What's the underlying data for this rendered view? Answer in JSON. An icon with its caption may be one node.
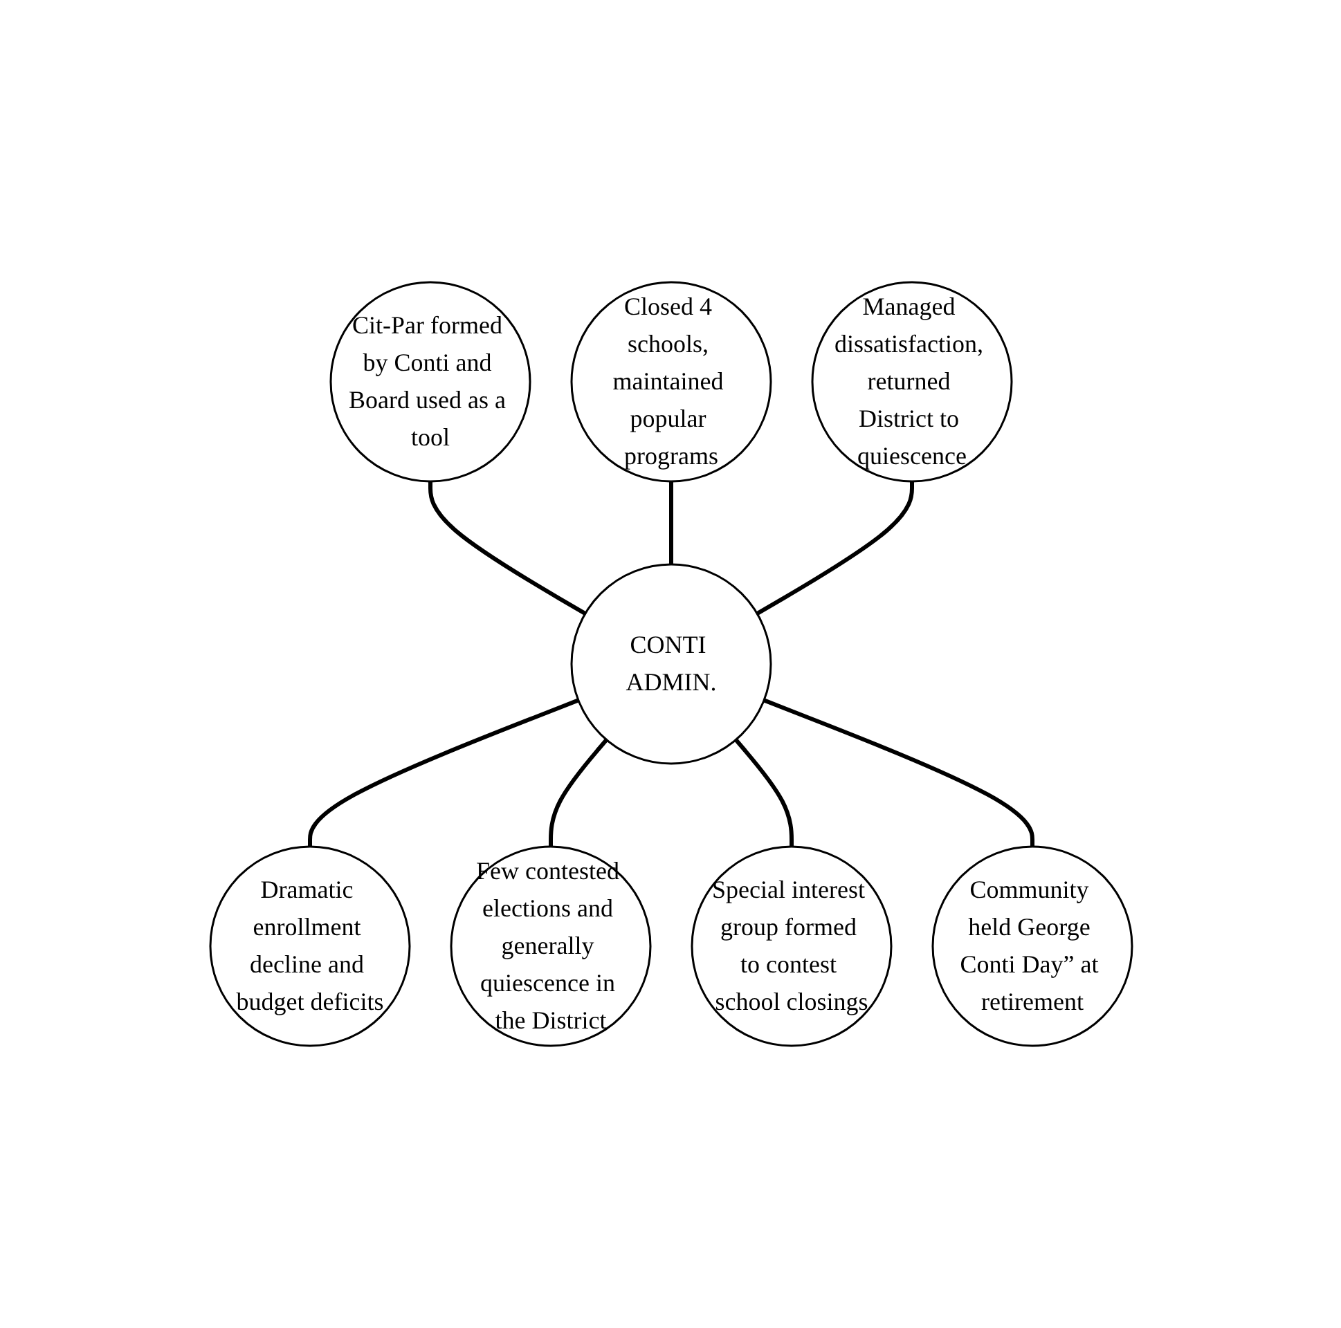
{
  "diagram": {
    "nodes": [
      {
        "text": [
          "Cit-Par formed by Conti and Board used as a tool"
        ]
      },
      {
        "text": [
          "Managed dissatisfaction, returned District to quiescence"
        ]
      },
      {
        "text": [
          "Closed 4 schools, maintained popular programs"
        ]
      },
      {
        "text": [
          "CONTI ADMIN."
        ]
      },
      {
        "text": [
          "Community held George Conti Day” at retirement"
        ]
      },
      {
        "text": [
          "Dramatic enrollment decline and budget deficits"
        ]
      },
      {
        "text": [
          "Special interest group formed to contest school closings"
        ]
      },
      {
        "text": [
          "Few contested elections and generally quiescence in the District"
        ]
      }
    ],
    "edges": [
      {
        "from": 3,
        "to": 0,
        "arrow": "none"
      },
      {
        "from": 3,
        "to": 2,
        "arrow": "none"
      },
      {
        "from": 3,
        "to": 5,
        "arrow": "none"
      },
      {
        "from": 3,
        "to": 7,
        "arrow": "none"
      },
      {
        "from": 3,
        "to": 6,
        "arrow": "none"
      },
      {
        "from": 3,
        "to": 4,
        "arrow": "none"
      },
      {
        "from": 3,
        "to": 1,
        "arrow": "none"
      }
    ]
  }
}
